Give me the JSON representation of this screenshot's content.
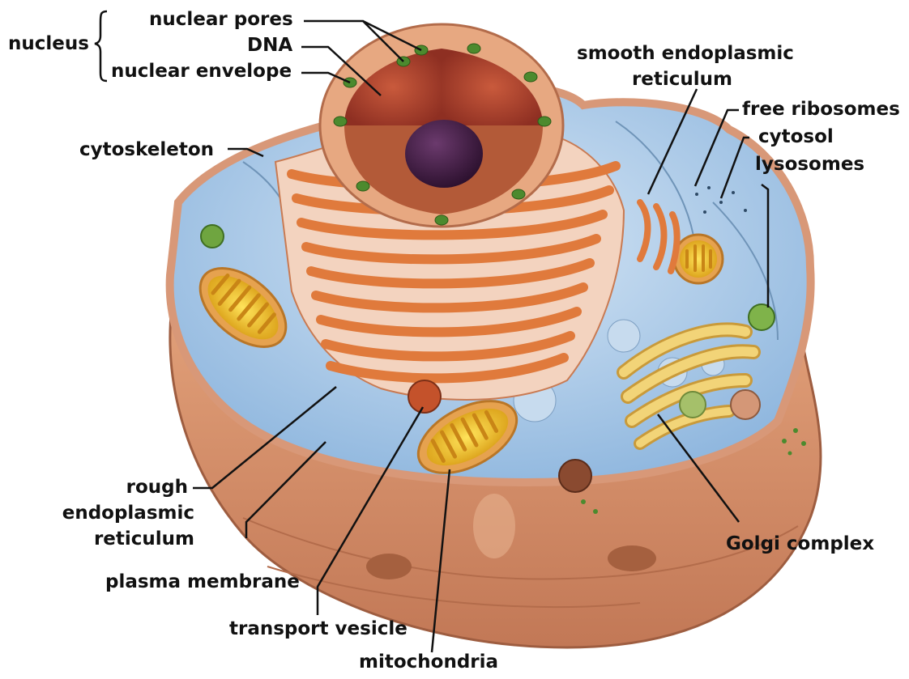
{
  "diagram": {
    "labels": {
      "nucleus": "nucleus",
      "nuclear_pores": "nuclear pores",
      "dna": "DNA",
      "nuclear_envelope": "nuclear envelope",
      "cytoskeleton": "cytoskeleton",
      "smooth_er_line1": "smooth endoplasmic",
      "smooth_er_line2": "reticulum",
      "free_ribosomes": "free ribosomes",
      "cytosol": "cytosol",
      "lysosomes": "lysosomes",
      "rough_er_line1": "rough",
      "rough_er_line2": "endoplasmic",
      "rough_er_line3": "reticulum",
      "plasma_membrane": "plasma membrane",
      "transport_vesicle": "transport vesicle",
      "mitochondria": "mitochondria",
      "golgi_complex": "Golgi complex"
    },
    "colors": {
      "cell_body": "#d4906a",
      "cytoplasm": "#a9c8e6",
      "rough_er": "#e07a3c",
      "nucleus_interior": "#b8452e",
      "nucleolus": "#3d1a3f",
      "nuclear_pore": "#4c8a2e",
      "mitochondria": "#f2c21c",
      "golgi": "#f2d478",
      "leader_line": "#111111"
    }
  }
}
